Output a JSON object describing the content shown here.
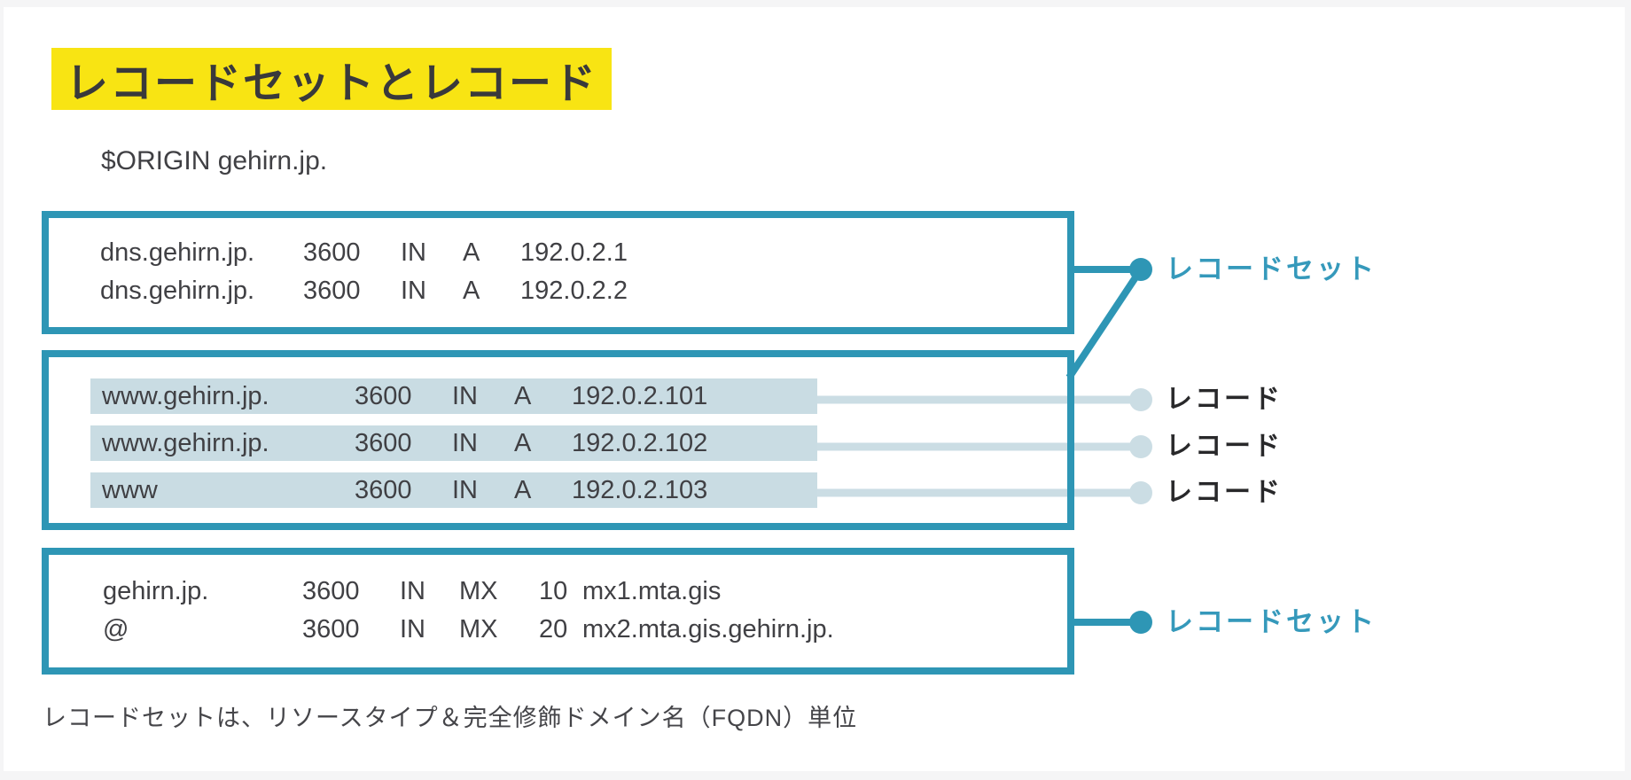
{
  "page": {
    "background_color": "#f5f5f6",
    "card_color": "#ffffff"
  },
  "title": {
    "text": "レコードセットとレコード",
    "highlight_color": "#f8e413"
  },
  "zone_file": {
    "origin_line": "$ORIGIN gehirn.jp."
  },
  "colors": {
    "accent_teal": "#2e96b5",
    "teal_label_text": "#3599bb",
    "row_highlight": "#c9dce3",
    "connector_gray": "#cbdde4",
    "body_text": "#404044"
  },
  "record_sets": [
    {
      "name": "a-records-dns",
      "rows": [
        {
          "owner": "dns.gehirn.jp.",
          "ttl": "3600",
          "class": "IN",
          "type": "A",
          "value": "192.0.2.1"
        },
        {
          "owner": "dns.gehirn.jp.",
          "ttl": "3600",
          "class": "IN",
          "type": "A",
          "value": "192.0.2.2"
        }
      ]
    },
    {
      "name": "a-records-www",
      "rows": [
        {
          "owner": "www.gehirn.jp.",
          "ttl": "3600",
          "class": "IN",
          "type": "A",
          "value": "192.0.2.101"
        },
        {
          "owner": "www.gehirn.jp.",
          "ttl": "3600",
          "class": "IN",
          "type": "A",
          "value": "192.0.2.102"
        },
        {
          "owner": "www",
          "ttl": "3600",
          "class": "IN",
          "type": "A",
          "value": "192.0.2.103"
        }
      ]
    },
    {
      "name": "mx-records",
      "rows": [
        {
          "owner": "gehirn.jp.",
          "ttl": "3600",
          "class": "IN",
          "type": "MX",
          "priority": "10",
          "value": "mx1.mta.gis"
        },
        {
          "owner": "@",
          "ttl": "3600",
          "class": "IN",
          "type": "MX",
          "priority": "20",
          "value": "mx2.mta.gis.gehirn.jp."
        }
      ]
    }
  ],
  "labels": {
    "record_set": "レコードセット",
    "record": "レコード"
  },
  "caption": "レコードセットは、リソースタイプ＆完全修飾ドメイン名（FQDN）単位"
}
